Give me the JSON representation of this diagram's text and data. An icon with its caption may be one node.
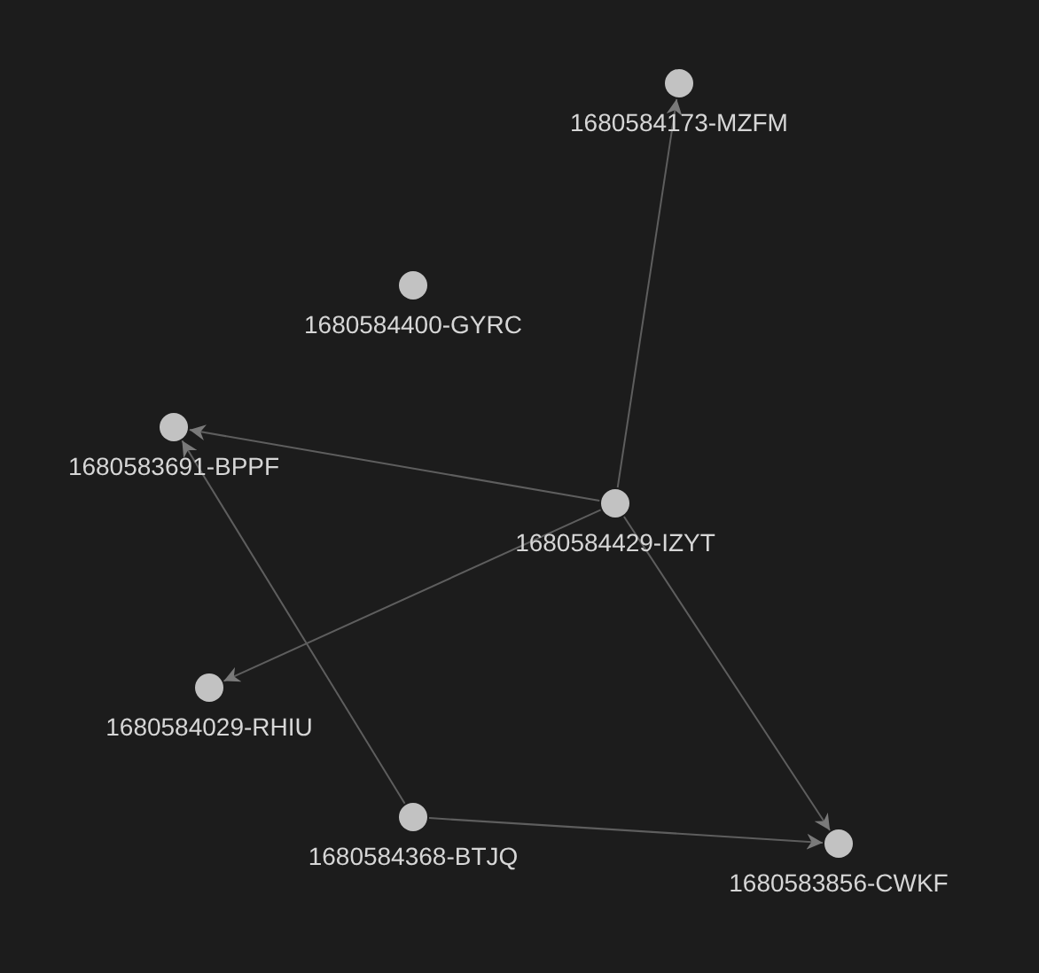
{
  "diagram": {
    "nodes": [
      {
        "text": [
          "1680584173-MZFM"
        ]
      },
      {
        "text": [
          "1680584400-GYRC"
        ]
      },
      {
        "text": [
          "1680583691-BPPF"
        ]
      },
      {
        "text": [
          "1680584429-IZYT"
        ]
      },
      {
        "text": [
          "1680584029-RHIU"
        ]
      },
      {
        "text": [
          "1680584368-BTJQ"
        ]
      },
      {
        "text": [
          "1680583856-CWKF"
        ]
      }
    ],
    "edges": [
      {
        "from": 3,
        "to": 0,
        "arrow": "to"
      },
      {
        "from": 3,
        "to": 2,
        "arrow": "to"
      },
      {
        "from": 3,
        "to": 4,
        "arrow": "to"
      },
      {
        "from": 3,
        "to": 6,
        "arrow": "to"
      },
      {
        "from": 5,
        "to": 2,
        "arrow": "to"
      },
      {
        "from": 5,
        "to": 6,
        "arrow": "to"
      }
    ]
  }
}
